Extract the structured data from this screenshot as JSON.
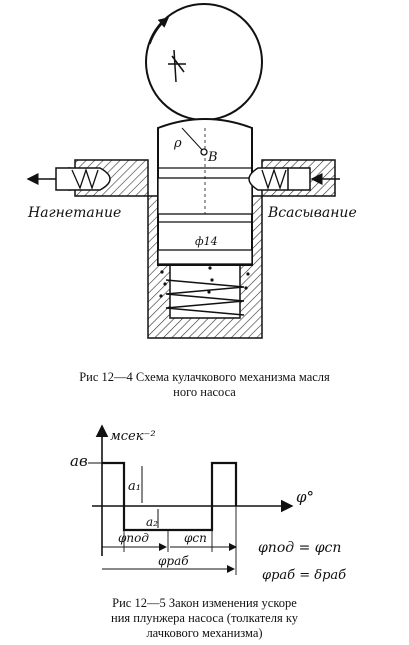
{
  "figure1": {
    "labels": {
      "discharge": "Нагнетание",
      "suction": "Всасывание",
      "point_rho": "ρ",
      "point_b": "B",
      "diameter": "ф14"
    },
    "caption_line1": "Рис 12—4 Схема кулачкового механизма масля",
    "caption_line2": "ного насоса"
  },
  "figure2": {
    "labels": {
      "y_unit": "мсек⁻²",
      "a_b": "aв",
      "a1": "a₁",
      "a2": "a₂",
      "x_axis": "φ°",
      "phi_pod": "φпод",
      "phi_sp": "φсп",
      "phi_rab": "φраб",
      "eq1": "φпод = φсп",
      "eq2": "φраб = δраб"
    },
    "caption_line1": "Рис 12—5 Закон изменения ускоре",
    "caption_line2": "ния плунжера насоса (толкателя ку",
    "caption_line3": "лачкового механизма)"
  },
  "colors": {
    "ink": "#111111",
    "hatch": "#333333",
    "background": "#ffffff"
  }
}
